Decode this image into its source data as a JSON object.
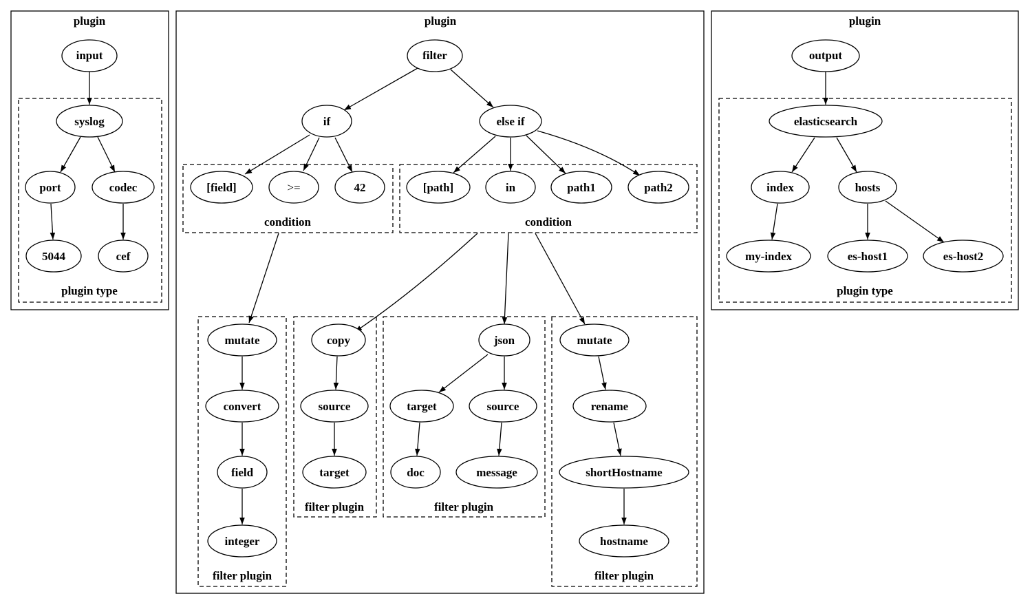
{
  "plugins": [
    {
      "label": "plugin",
      "root": "input",
      "subclusters": [
        {
          "label": "plugin type",
          "nodes": [
            "syslog",
            "port",
            "codec",
            "5044",
            "cef"
          ]
        }
      ]
    },
    {
      "label": "plugin",
      "root": "filter",
      "branches": [
        "if",
        "else if"
      ],
      "subclusters": [
        {
          "label": "condition",
          "nodes": [
            "[field]",
            ">=",
            "42"
          ]
        },
        {
          "label": "condition",
          "nodes": [
            "[path]",
            "in",
            "path1",
            "path2"
          ]
        },
        {
          "label": "filter plugin",
          "nodes": [
            "mutate",
            "convert",
            "field",
            "integer"
          ]
        },
        {
          "label": "filter plugin",
          "nodes": [
            "copy",
            "source",
            "target"
          ]
        },
        {
          "label": "filter plugin",
          "nodes": [
            "json",
            "target",
            "source",
            "doc",
            "message"
          ]
        },
        {
          "label": "filter plugin",
          "nodes": [
            "mutate",
            "rename",
            "shortHostname",
            "hostname"
          ]
        }
      ]
    },
    {
      "label": "plugin",
      "root": "output",
      "subclusters": [
        {
          "label": "plugin type",
          "nodes": [
            "elasticsearch",
            "index",
            "hosts",
            "my-index",
            "es-host1",
            "es-host2"
          ]
        }
      ]
    }
  ],
  "edges": [
    [
      "input",
      "syslog"
    ],
    [
      "syslog",
      "port"
    ],
    [
      "syslog",
      "codec"
    ],
    [
      "port",
      "5044"
    ],
    [
      "codec",
      "cef"
    ],
    [
      "filter",
      "if"
    ],
    [
      "filter",
      "else if"
    ],
    [
      "if",
      "[field]"
    ],
    [
      "if",
      ">="
    ],
    [
      "if",
      "42"
    ],
    [
      "else if",
      "[path]"
    ],
    [
      "else if",
      "in"
    ],
    [
      "else if",
      "path1"
    ],
    [
      "else if",
      "path2"
    ],
    [
      "condition",
      "mutate"
    ],
    [
      "mutate",
      "convert"
    ],
    [
      "convert",
      "field"
    ],
    [
      "field",
      "integer"
    ],
    [
      "condition",
      "copy"
    ],
    [
      "copy",
      "source"
    ],
    [
      "source",
      "target"
    ],
    [
      "condition",
      "json"
    ],
    [
      "json",
      "target"
    ],
    [
      "json",
      "source"
    ],
    [
      "target",
      "doc"
    ],
    [
      "source",
      "message"
    ],
    [
      "condition",
      "mutate"
    ],
    [
      "mutate",
      "rename"
    ],
    [
      "rename",
      "shortHostname"
    ],
    [
      "shortHostname",
      "hostname"
    ],
    [
      "output",
      "elasticsearch"
    ],
    [
      "elasticsearch",
      "index"
    ],
    [
      "elasticsearch",
      "hosts"
    ],
    [
      "index",
      "my-index"
    ],
    [
      "hosts",
      "es-host1"
    ],
    [
      "hosts",
      "es-host2"
    ]
  ]
}
